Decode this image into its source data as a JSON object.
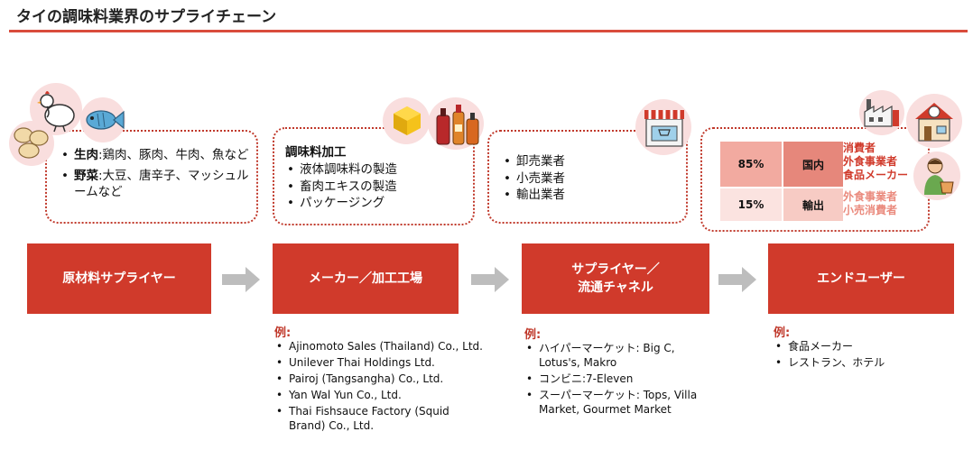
{
  "title": "タイの調味料業界のサプライチェーン",
  "colors": {
    "accent": "#d03a2b",
    "light_red": "#f2aaa0",
    "light_pink": "#fbe3e0",
    "arrow_gray": "#bdbdbd"
  },
  "top_boxes": {
    "raw": [
      {
        "label": "生肉",
        "text": ":鶏肉、豚肉、牛肉、魚など"
      },
      {
        "label": "野菜",
        "text": ":大豆、唐辛子、マッシュルームなど"
      }
    ],
    "maker": {
      "heading": "調味料加工",
      "items": [
        "液体調味料の製造",
        "畜肉エキスの製造",
        "パッケージング"
      ]
    },
    "distribution": [
      "卸売業者",
      "小売業者",
      "輸出業者"
    ],
    "market": {
      "rows": [
        {
          "pct": "85%",
          "market": "国内",
          "dest": [
            "消費者",
            "外食事業者",
            "食品メーカー"
          ]
        },
        {
          "pct": "15%",
          "market": "輸出",
          "dest": [
            "外食事業者",
            "小売消費者"
          ]
        }
      ]
    }
  },
  "stages": [
    {
      "line1": "原材料サプライヤー",
      "line2": ""
    },
    {
      "line1": "メーカー／加工工場",
      "line2": ""
    },
    {
      "line1": "サプライヤー／",
      "line2": "流通チャネル"
    },
    {
      "line1": "エンドユーザー",
      "line2": ""
    }
  ],
  "examples_label": "例:",
  "examples": {
    "maker": [
      "Ajinomoto Sales (Thailand) Co., Ltd.",
      "Unilever Thai Holdings Ltd.",
      "Pairoj (Tangsangha) Co., Ltd.",
      "Yan Wal Yun Co., Ltd.",
      "Thai Fishsauce Factory (Squid Brand) Co., Ltd."
    ],
    "supplier": [
      "ハイパーマーケット: Big C, Lotus's, Makro",
      "コンビニ:7-Eleven",
      "スーパーマーケット: Tops, Villa Market, Gourmet Market"
    ],
    "end_user": [
      "食品メーカー",
      "レストラン、ホテル"
    ]
  }
}
